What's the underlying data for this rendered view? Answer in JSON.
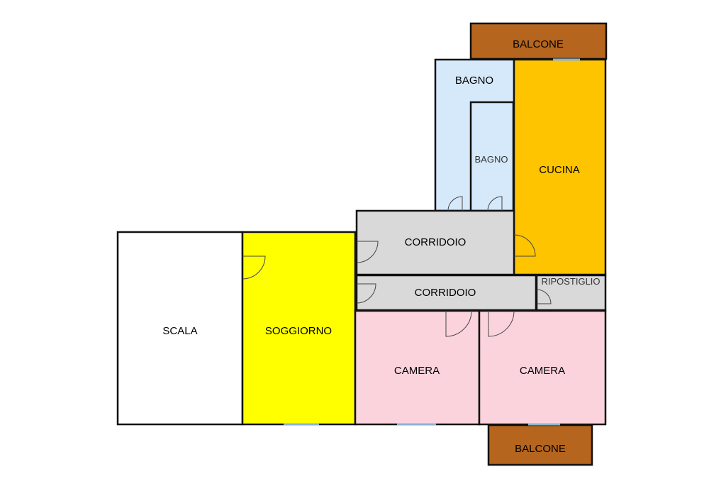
{
  "colors": {
    "balcony": "#b5651d",
    "bathroom": "#d6e9fb",
    "kitchen": "#ffc400",
    "corridor": "#d9d9d9",
    "storage": "#d9d9d9",
    "stairs": "#ffffff",
    "living": "#ffff00",
    "bedroom": "#fbd3dd",
    "wall": "#111111"
  },
  "rooms": {
    "balcony_top": "BALCONE",
    "bathroom_1": "BAGNO",
    "bathroom_2": "BAGNO",
    "kitchen": "CUCINA",
    "corridor_1": "CORRIDOIO",
    "corridor_2": "CORRIDOIO",
    "storage": "RIPOSTIGLIO",
    "stairs": "SCALA",
    "living": "SOGGIORNO",
    "bedroom_1": "CAMERA",
    "bedroom_2": "CAMERA",
    "balcony_bottom": "BALCONE"
  }
}
